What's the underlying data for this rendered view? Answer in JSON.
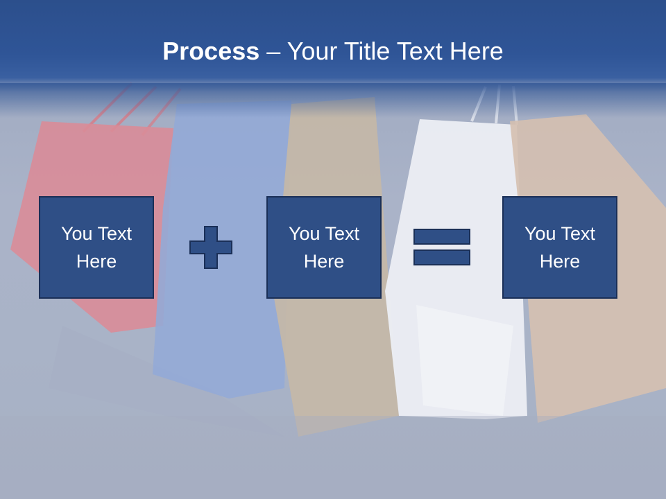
{
  "slide": {
    "title_bold": "Process",
    "title_rest": " – Your Title Text Here",
    "boxes": [
      {
        "label": "You Text Here"
      },
      {
        "label": "You Text Here"
      },
      {
        "label": "You Text Here"
      }
    ],
    "operators": [
      "plus-icon",
      "equals-icon"
    ],
    "background_image": "shopping-bags"
  },
  "colors": {
    "title_band": "#2f5597",
    "box_fill": "#2f4f86",
    "box_border": "#1a2f57",
    "operator_fill": "#2f4f86",
    "text": "#ffffff"
  }
}
